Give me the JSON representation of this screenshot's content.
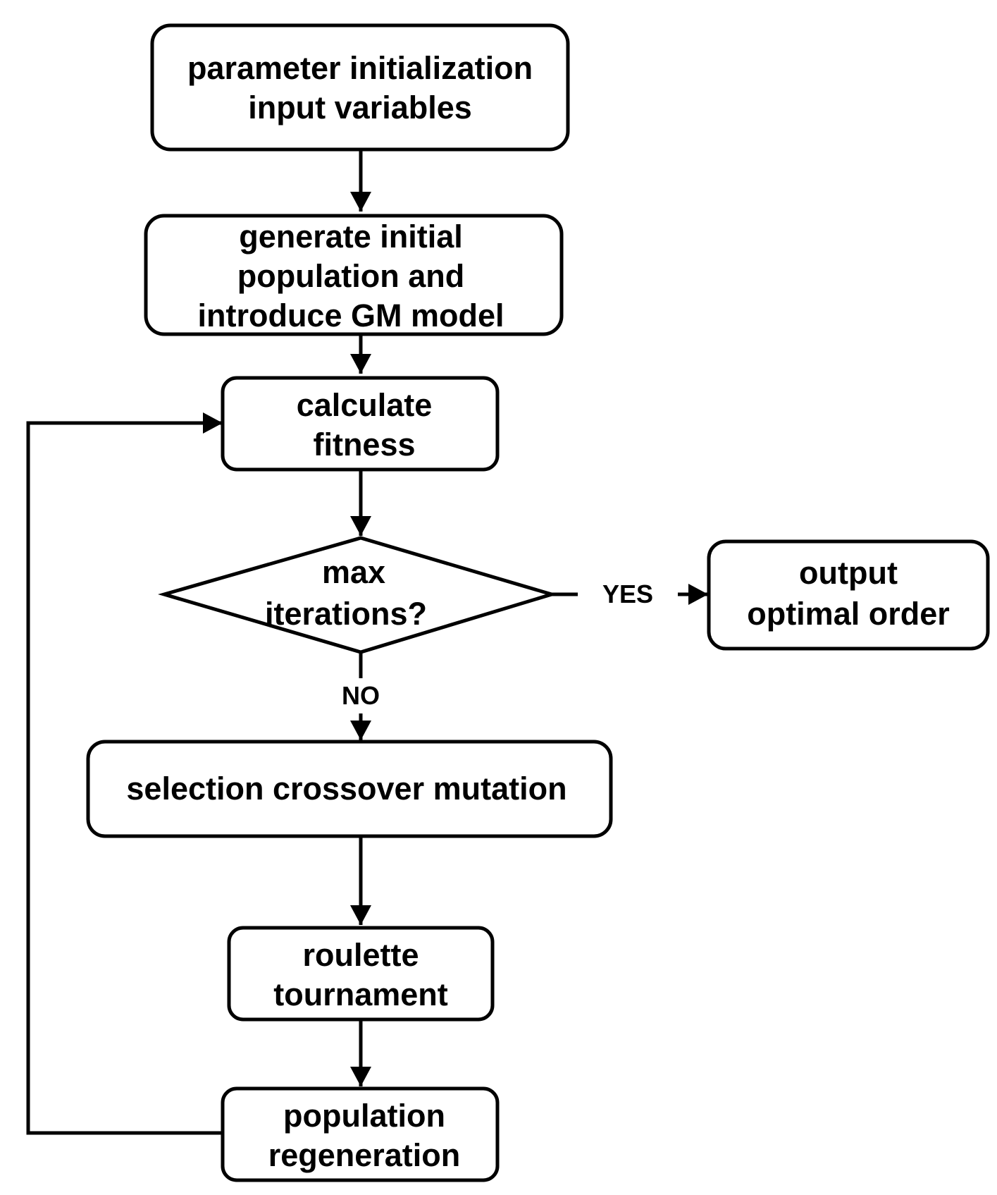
{
  "diagram": {
    "nodes": {
      "init": {
        "lines": [
          "parameter initialization",
          "input variables"
        ]
      },
      "generate": {
        "lines": [
          "generate  initial",
          "population and",
          "introduce GM model"
        ]
      },
      "fitness": {
        "lines": [
          "calculate",
          "fitness"
        ]
      },
      "decision": {
        "lines": [
          "max",
          "iterations?"
        ]
      },
      "output": {
        "lines": [
          "output",
          "optimal order"
        ]
      },
      "operators": {
        "lines": [
          "selection crossover mutation"
        ]
      },
      "selection_methods": {
        "lines": [
          "roulette",
          "tournament"
        ]
      },
      "regeneration": {
        "lines": [
          "population",
          "regeneration"
        ]
      }
    },
    "edge_labels": {
      "yes": "YES",
      "no": "NO"
    }
  }
}
